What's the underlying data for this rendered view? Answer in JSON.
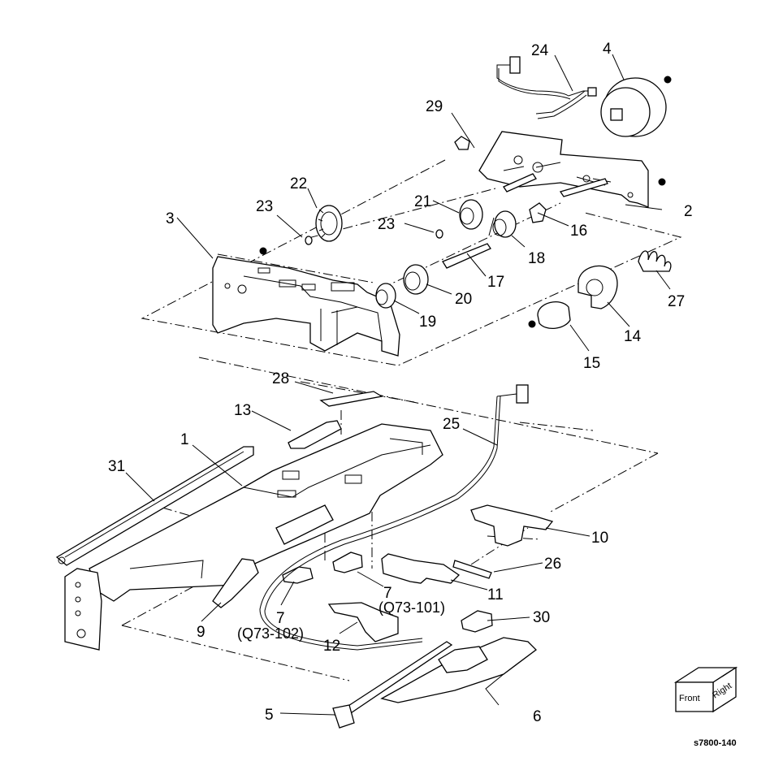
{
  "diagram": {
    "callouts": {
      "c1": "1",
      "c2": "2",
      "c3": "3",
      "c4": "4",
      "c5": "5",
      "c6": "6",
      "c7a": "7",
      "c7a_sub": "(Q73-102)",
      "c7b": "7",
      "c7b_sub": "(Q73-101)",
      "c9": "9",
      "c10": "10",
      "c11": "11",
      "c12": "12",
      "c13": "13",
      "c14": "14",
      "c15": "15",
      "c16": "16",
      "c17": "17",
      "c18": "18",
      "c19": "19",
      "c20": "20",
      "c21": "21",
      "c22": "22",
      "c23a": "23",
      "c23b": "23",
      "c24": "24",
      "c25": "25",
      "c26": "26",
      "c27": "27",
      "c28": "28",
      "c29": "29",
      "c30": "30",
      "c31": "31"
    },
    "orientation_cube": {
      "front": "Front",
      "right": "Right"
    },
    "figure_code": "s7800-140"
  }
}
